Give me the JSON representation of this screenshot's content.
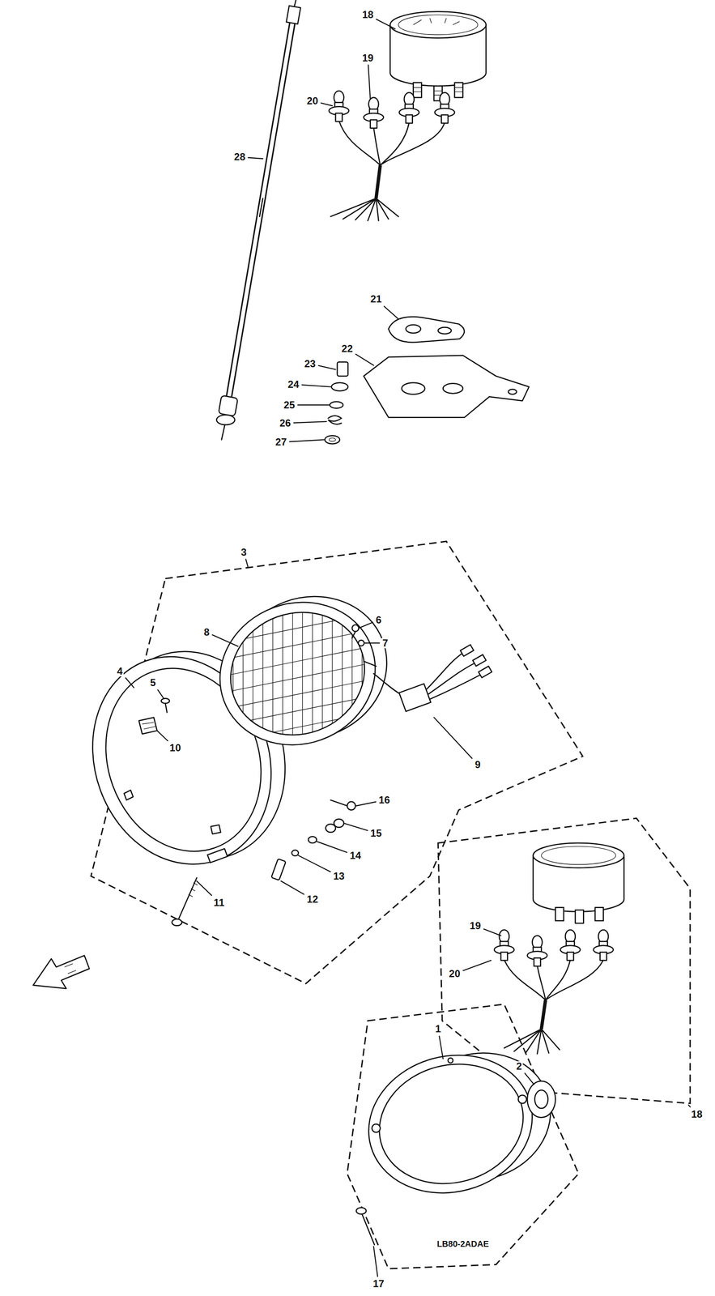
{
  "diagram": {
    "labels": [
      "18",
      "19",
      "28",
      "20",
      "21",
      "22",
      "23",
      "24",
      "25",
      "26",
      "27",
      "3",
      "8",
      "6",
      "7",
      "5",
      "4",
      "10",
      "9",
      "16",
      "15",
      "14",
      "13",
      "12",
      "11",
      "19",
      "20",
      "18",
      "1",
      "2",
      "LB80-2ADAE",
      "17"
    ]
  }
}
